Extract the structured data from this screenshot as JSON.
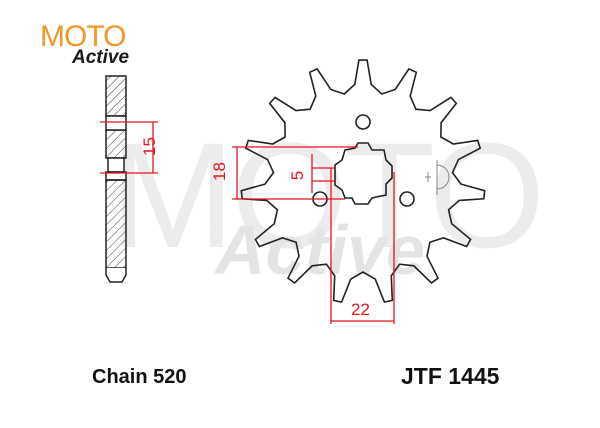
{
  "logo": {
    "brand_top": "MOTO",
    "brand_bottom": "Active",
    "accent_color": "#f5962a"
  },
  "watermark": {
    "top": "MOTO",
    "bottom": "Active"
  },
  "side_view": {
    "dimension_label": "15"
  },
  "front_view": {
    "teeth": 15,
    "dimensions": {
      "outer_bolt_vertical": "18",
      "spline_offset": "5",
      "spline_width": "22"
    }
  },
  "footer": {
    "chain_label": "Chain 520",
    "part_number": "JTF 1445"
  },
  "colors": {
    "outline": "#222222",
    "dimension": "#e8141e",
    "watermark": "#e6e6e6"
  }
}
